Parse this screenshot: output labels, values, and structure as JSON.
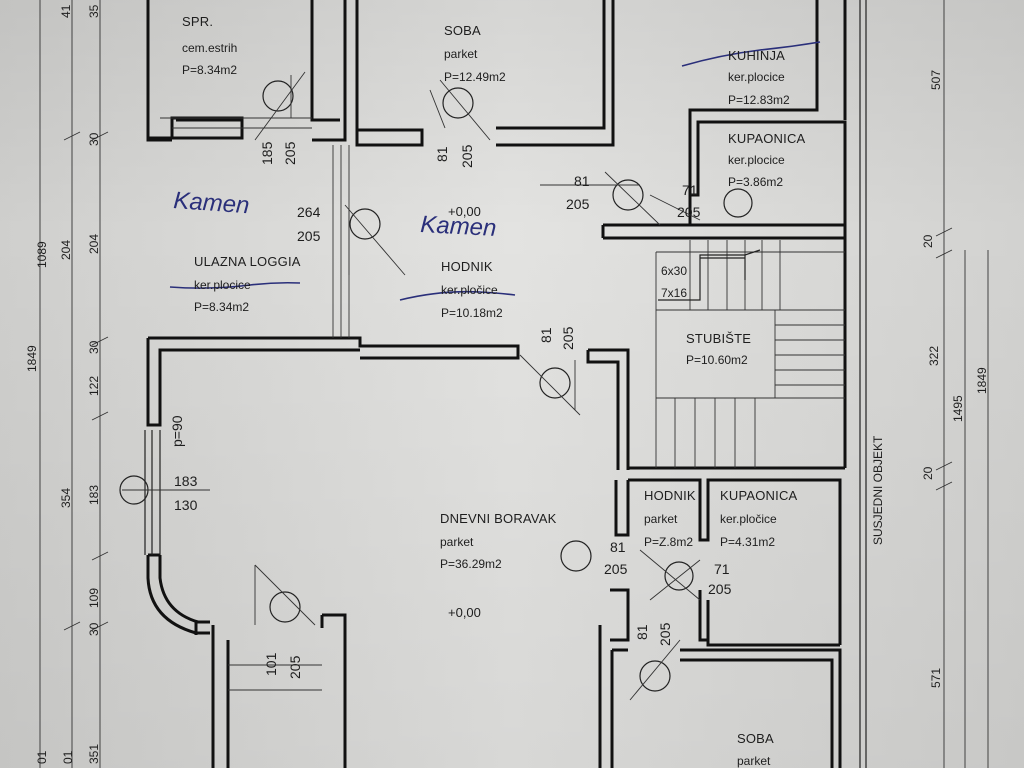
{
  "rooms": {
    "spr": {
      "name": "SPR.",
      "finish": "cem.estrih",
      "area": "P=8.34m2"
    },
    "soba_top": {
      "name": "SOBA",
      "finish": "parket",
      "area": "P=12.49m2"
    },
    "kuhinja": {
      "name": "KUHINJA",
      "finish": "ker.plocice",
      "area": "P=12.83m2"
    },
    "kupaonica_top": {
      "name": "KUPAONICA",
      "finish": "ker.plocice",
      "area": "P=3.86m2"
    },
    "loggia": {
      "name": "ULAZNA LOGGIA",
      "finish": "ker.plocice",
      "area": "P=8.34m2"
    },
    "hodnik_main": {
      "name": "HODNIK",
      "finish": "ker.pločice",
      "area": "P=10.18m2"
    },
    "stubiste": {
      "name": "STUBIŠTE",
      "area": "P=10.60m2",
      "steps": "6x30",
      "steps2": "7x16"
    },
    "dnevni": {
      "name": "DNEVNI BORAVAK",
      "finish": "parket",
      "area": "P=36.29m2"
    },
    "hodnik_small": {
      "name": "HODNIK",
      "finish": "parket",
      "area": "P=Z.8m2"
    },
    "kupaonica_bottom": {
      "name": "KUPAONICA",
      "finish": "ker.pločice",
      "area": "P=4.31m2"
    },
    "soba_bottom": {
      "name": "SOBA",
      "finish": "parket"
    }
  },
  "doors": [
    {
      "top": "185",
      "bottom": "205"
    },
    {
      "top": "81",
      "bottom": "205"
    },
    {
      "top": "81",
      "bottom": "205"
    },
    {
      "top": "71",
      "bottom": "205"
    },
    {
      "top": "264",
      "bottom": "205"
    },
    {
      "top": "81",
      "bottom": "205"
    },
    {
      "top": "183",
      "bottom": "130"
    },
    {
      "top": "81",
      "bottom": "205"
    },
    {
      "top": "71",
      "bottom": "205"
    },
    {
      "top": "81",
      "bottom": "205"
    },
    {
      "top": "101",
      "bottom": "205"
    }
  ],
  "parapet": "p=90",
  "levels": {
    "upper": "+0,00",
    "lower": "+0,00"
  },
  "handwriting": {
    "note1": "Kamen",
    "note2": "Kamen"
  },
  "neighbor_label": "SUSJEDNI OBJEKT",
  "right_dims": {
    "d507": "507",
    "d20a": "20",
    "d322": "322",
    "d1495": "1495",
    "d1849": "1849",
    "d20b": "20",
    "d571": "571"
  },
  "left_dims": {
    "outer": [
      "41",
      "35"
    ],
    "row_a": [
      "30",
      "204",
      "30",
      "122",
      "183",
      "109",
      "30"
    ],
    "row_b": [
      "1089",
      "204",
      "354"
    ],
    "total": "1849",
    "bottom": [
      "01",
      "01",
      "351"
    ]
  },
  "colors": {
    "wall": "#111111",
    "paper": "#dcdcda",
    "ink": "#2a2f7a"
  }
}
